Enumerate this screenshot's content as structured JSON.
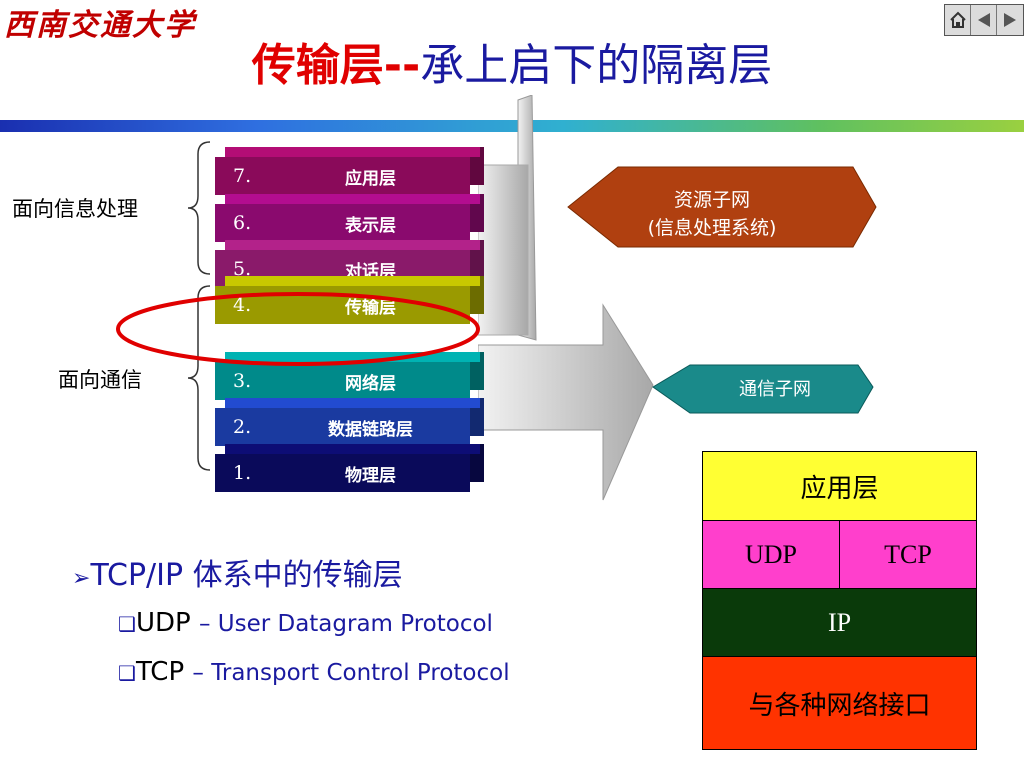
{
  "header": {
    "logo_text": "西南交通大学"
  },
  "nav": {
    "home": "home-icon",
    "back": "triangle-left-icon",
    "forward": "triangle-right-icon"
  },
  "title": {
    "part1": "传输层--",
    "part2": "承上启下的隔离层"
  },
  "osi": {
    "layers": [
      {
        "num": "7.",
        "name": "应用层",
        "color": "#8a0a5a"
      },
      {
        "num": "6.",
        "name": "表示层",
        "color": "#8a0a6e"
      },
      {
        "num": "5.",
        "name": "对话层",
        "color": "#8a1a6a"
      },
      {
        "num": "4.",
        "name": "传输层",
        "color": "#9a9a00"
      },
      {
        "num": "3.",
        "name": "网络层",
        "color": "#008a8a"
      },
      {
        "num": "2.",
        "name": "数据链路层",
        "color": "#1a3aa0"
      },
      {
        "num": "1.",
        "name": "物理层",
        "color": "#0a0a5a"
      }
    ],
    "group_info": "面向信息处理",
    "group_comm": "面向通信",
    "resource_net": {
      "line1": "资源子网",
      "line2": "(信息处理系统)"
    },
    "comm_net": "通信子网"
  },
  "bullets": {
    "main": "TCP/IP 体系中的传输层",
    "items": [
      {
        "term": "UDP",
        "desc": "– User Datagram Protocol"
      },
      {
        "term": "TCP",
        "desc": "– Transport Control Protocol"
      }
    ]
  },
  "tcpip_stack": {
    "app": "应用层",
    "udp": "UDP",
    "tcp": "TCP",
    "ip": "IP",
    "net": "与各种网络接口"
  }
}
